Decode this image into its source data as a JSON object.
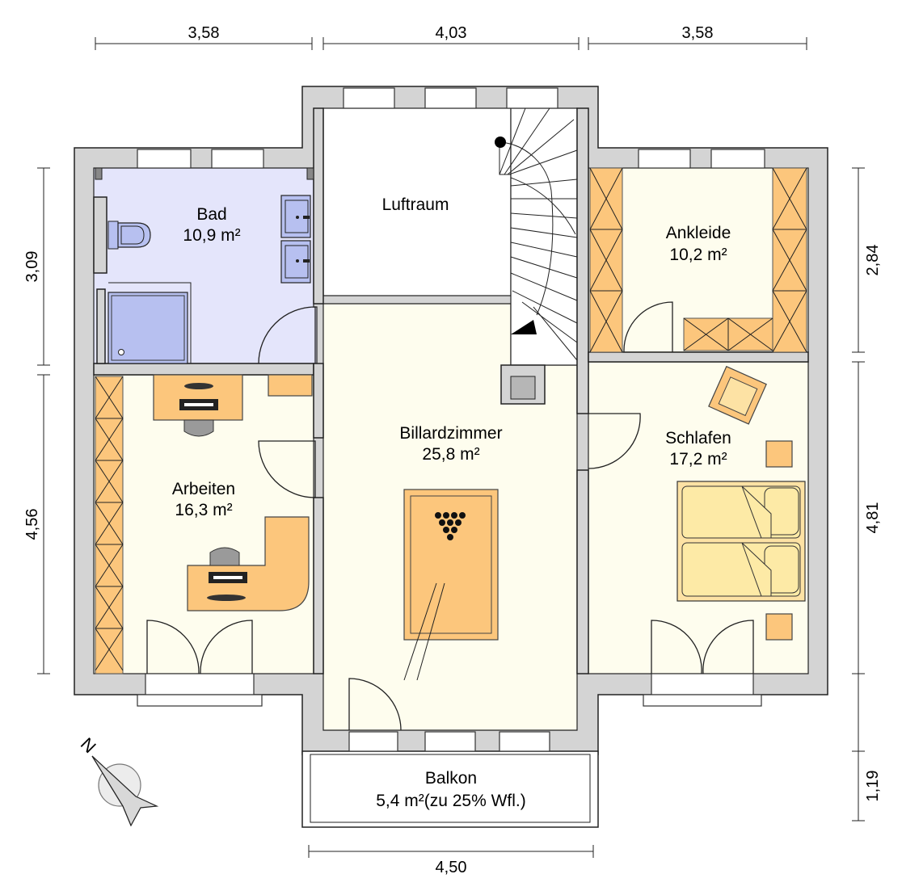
{
  "colors": {
    "wall": "#d4d4d4",
    "floor": "#fefdee",
    "bath_floor": "#e4e5fb",
    "furniture": "#fcc67c",
    "fixtures": "#b7c0f0"
  },
  "rooms": {
    "bad": {
      "name": "Bad",
      "area": "10,9 m²"
    },
    "luftraum": {
      "name": "Luftraum"
    },
    "ankleide": {
      "name": "Ankleide",
      "area": "10,2 m²"
    },
    "billard": {
      "name": "Billardzimmer",
      "area": "25,8 m²"
    },
    "schlafen": {
      "name": "Schlafen",
      "area": "17,2 m²"
    },
    "arbeiten": {
      "name": "Arbeiten",
      "area": "16,3 m²"
    },
    "balkon": {
      "name": "Balkon",
      "area": "5,4 m²(zu 25% Wfl.)"
    }
  },
  "dimensions": {
    "top_left": "3,58",
    "top_center": "4,03",
    "top_right": "3,58",
    "left_upper": "3,09",
    "left_lower": "4,56",
    "right_1": "2,84",
    "right_2": "4,81",
    "right_3": "1,19",
    "bottom": "4,50"
  },
  "compass": {
    "label": "N",
    "icon": "north-arrow-icon"
  }
}
